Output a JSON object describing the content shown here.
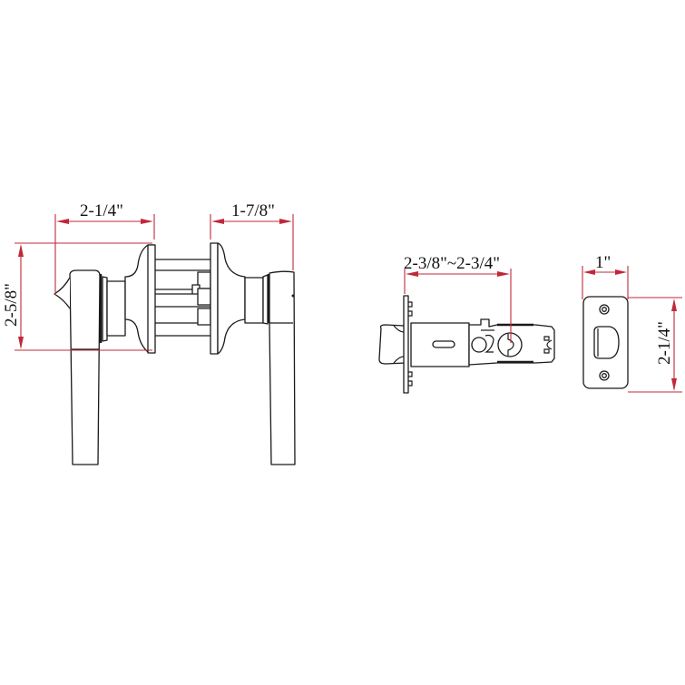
{
  "drawing": {
    "title": "Door lever, latch and strike plate dimension drawing",
    "colors": {
      "outline": "#1a1a1a",
      "dimension": "#c0283a",
      "background": "#ffffff"
    },
    "lever_set": {
      "dim_left_lever_projection": "2-1/4\"",
      "dim_right_lever_projection": "1-7/8\"",
      "dim_rose_height": "2-5/8\""
    },
    "latch": {
      "dim_backset": "2-3/8\"~2-3/4\""
    },
    "strike_plate": {
      "dim_width": "1\"",
      "dim_height": "2-1/4\""
    }
  }
}
